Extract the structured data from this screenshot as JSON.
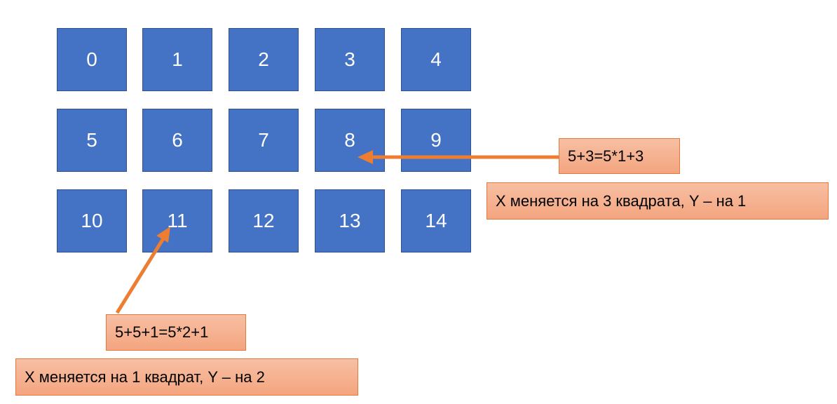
{
  "grid": {
    "cells": [
      "0",
      "1",
      "2",
      "3",
      "4",
      "5",
      "6",
      "7",
      "8",
      "9",
      "10",
      "11",
      "12",
      "13",
      "14"
    ],
    "cell_color": "#4472C4"
  },
  "annotations": {
    "formula_8": "5+3=5*1+3",
    "note_8": "X меняется на 3 квадрата, Y – на 1",
    "formula_11": "5+5+1=5*2+1",
    "note_11": "X меняется на 1 квадрат, Y – на 2"
  },
  "colors": {
    "arrow": "#ED7D31",
    "note_fill": "#F4A57F"
  }
}
